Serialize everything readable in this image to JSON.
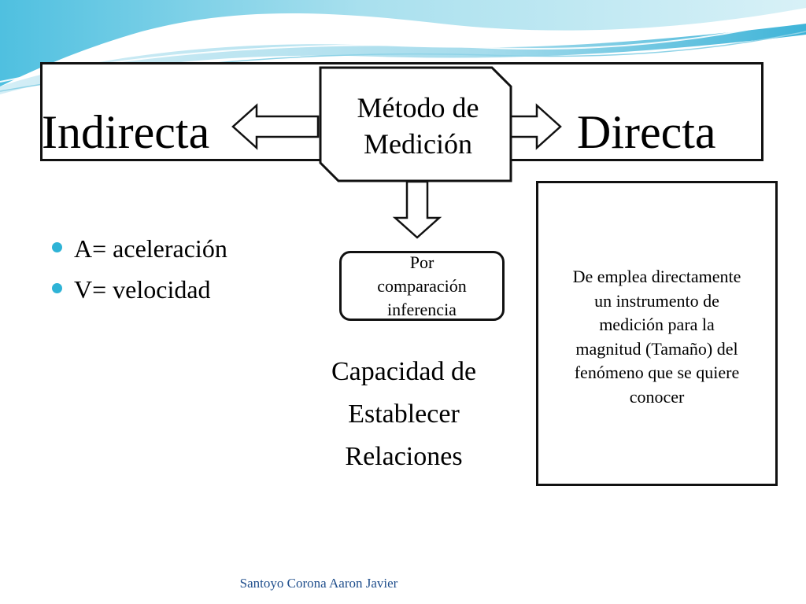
{
  "diagram": {
    "left_label": "Indirecta",
    "right_label": "Directa",
    "center_label_lines": [
      "Método de",
      "Medición"
    ],
    "method_box": [
      "Por",
      "comparación",
      "inferencia"
    ],
    "bullets": [
      "A= aceleración",
      "V= velocidad"
    ],
    "capacidad_lines": [
      "Capacidad de",
      "Establecer",
      "Relaciones"
    ],
    "description_lines": [
      "De emplea directamente",
      "un instrumento de",
      "medición para la",
      "magnitud (Tamaño) del",
      "fenómeno que se quiere",
      "conocer"
    ]
  },
  "footer": {
    "author": "Santoyo Corona Aaron Javier"
  },
  "colors": {
    "bullet": "#2eb3d6",
    "wave_light": "#bfe6f0",
    "wave_mid": "#7fcde3",
    "wave_deep": "#3fb4d8",
    "footer_text": "#1f4e8c"
  }
}
